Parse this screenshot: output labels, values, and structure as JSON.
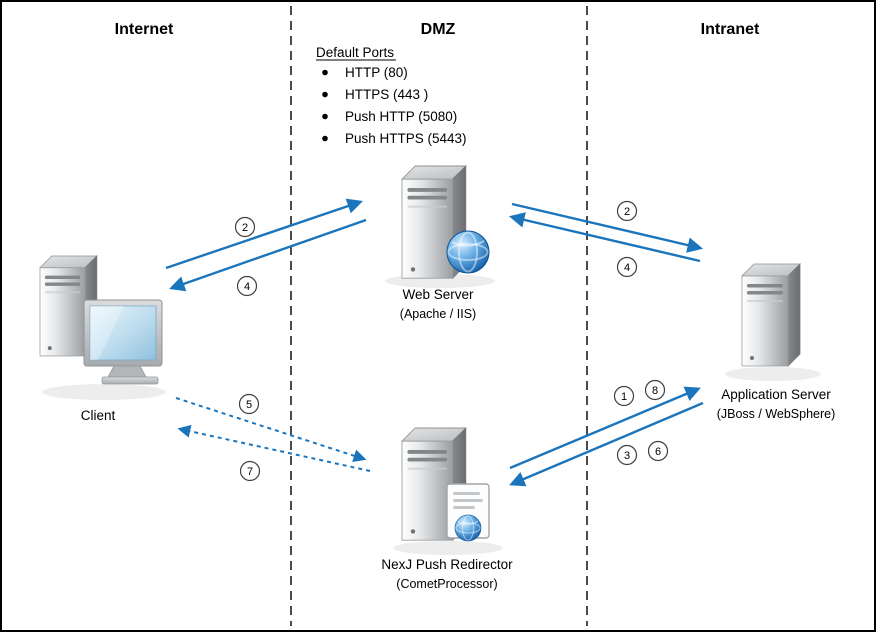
{
  "zones": {
    "internet": "Internet",
    "dmz": "DMZ",
    "intranet": "Intranet"
  },
  "default_ports": {
    "title": "Default Ports",
    "items": [
      "HTTP (80)",
      "HTTPS (443 )",
      "Push HTTP (5080)",
      "Push HTTPS (5443)"
    ]
  },
  "nodes": {
    "client": {
      "label": "Client"
    },
    "web_server": {
      "label": "Web Server",
      "sublabel": "(Apache / IIS)"
    },
    "app_server": {
      "label": "Application Server",
      "sublabel": "(JBoss / WebSphere)"
    },
    "redirector": {
      "label": "NexJ Push Redirector",
      "sublabel": "(CometProcessor)"
    }
  },
  "badges": {
    "client_web_request": "2",
    "client_web_response": "4",
    "web_app_request": "2",
    "web_app_response": "4",
    "push_request": "5",
    "push_response": "7",
    "app_push_s1": "1",
    "app_push_s8": "8",
    "app_push_s3": "3",
    "app_push_s6": "6"
  },
  "colors": {
    "arrow": "#1b75bc",
    "divider": "#4a4a4a",
    "border": "#000000"
  }
}
